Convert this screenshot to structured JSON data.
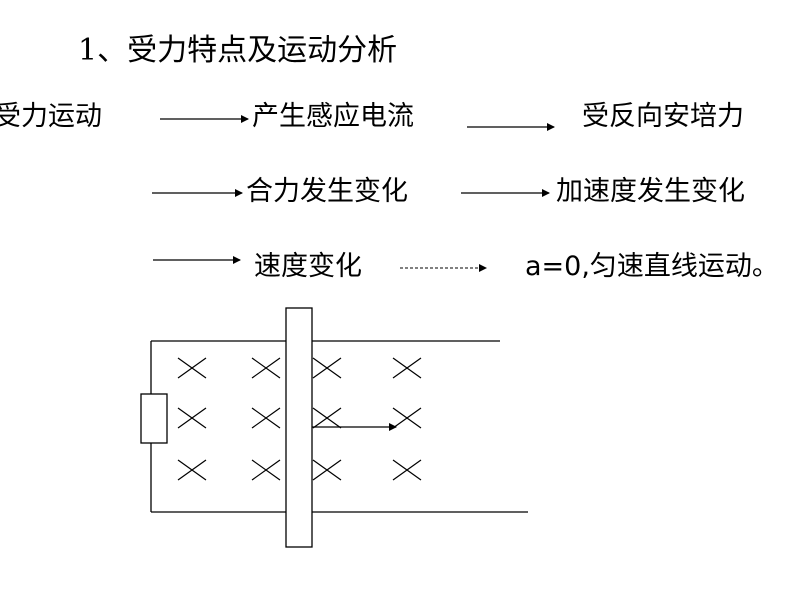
{
  "title": "1、受力特点及运动分析",
  "flow": {
    "start": "受力运动",
    "step1": "产生感应电流",
    "step2": "受反向安培力",
    "step3": "合力发生变化",
    "step4": "加速度发生变化",
    "step5": "速度变化",
    "result": "a=0,匀速直线运动。"
  }
}
